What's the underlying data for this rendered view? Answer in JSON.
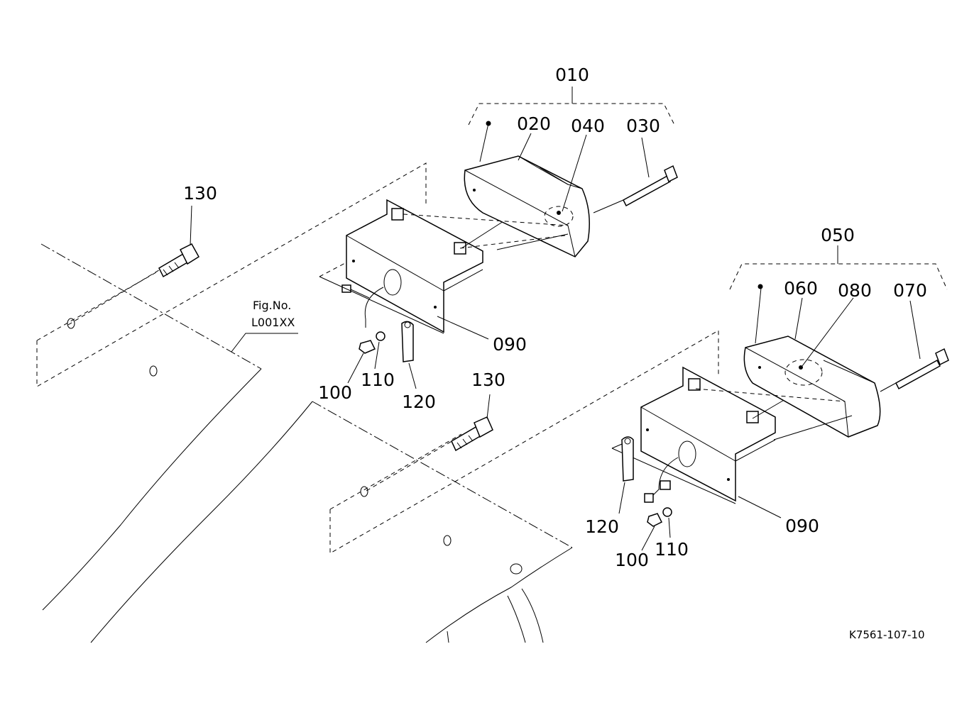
{
  "labels": {
    "assy_left": "010",
    "lens_left": "020",
    "bulb_left": "040",
    "screw_left": "030",
    "assy_right": "050",
    "lens_right": "060",
    "bulb_right": "080",
    "screw_right": "070",
    "bolt_left": "130",
    "bolt_center": "130",
    "bracket_left": "090",
    "bracket_right": "090",
    "nut_left": "100",
    "washer_left": "110",
    "clip_left": "120",
    "nut_right": "100",
    "washer_right": "110",
    "clip_right": "120"
  },
  "reference": {
    "line1": "Fig.No.",
    "line2": "L001XX"
  },
  "drawing_code": "K7561-107-10"
}
